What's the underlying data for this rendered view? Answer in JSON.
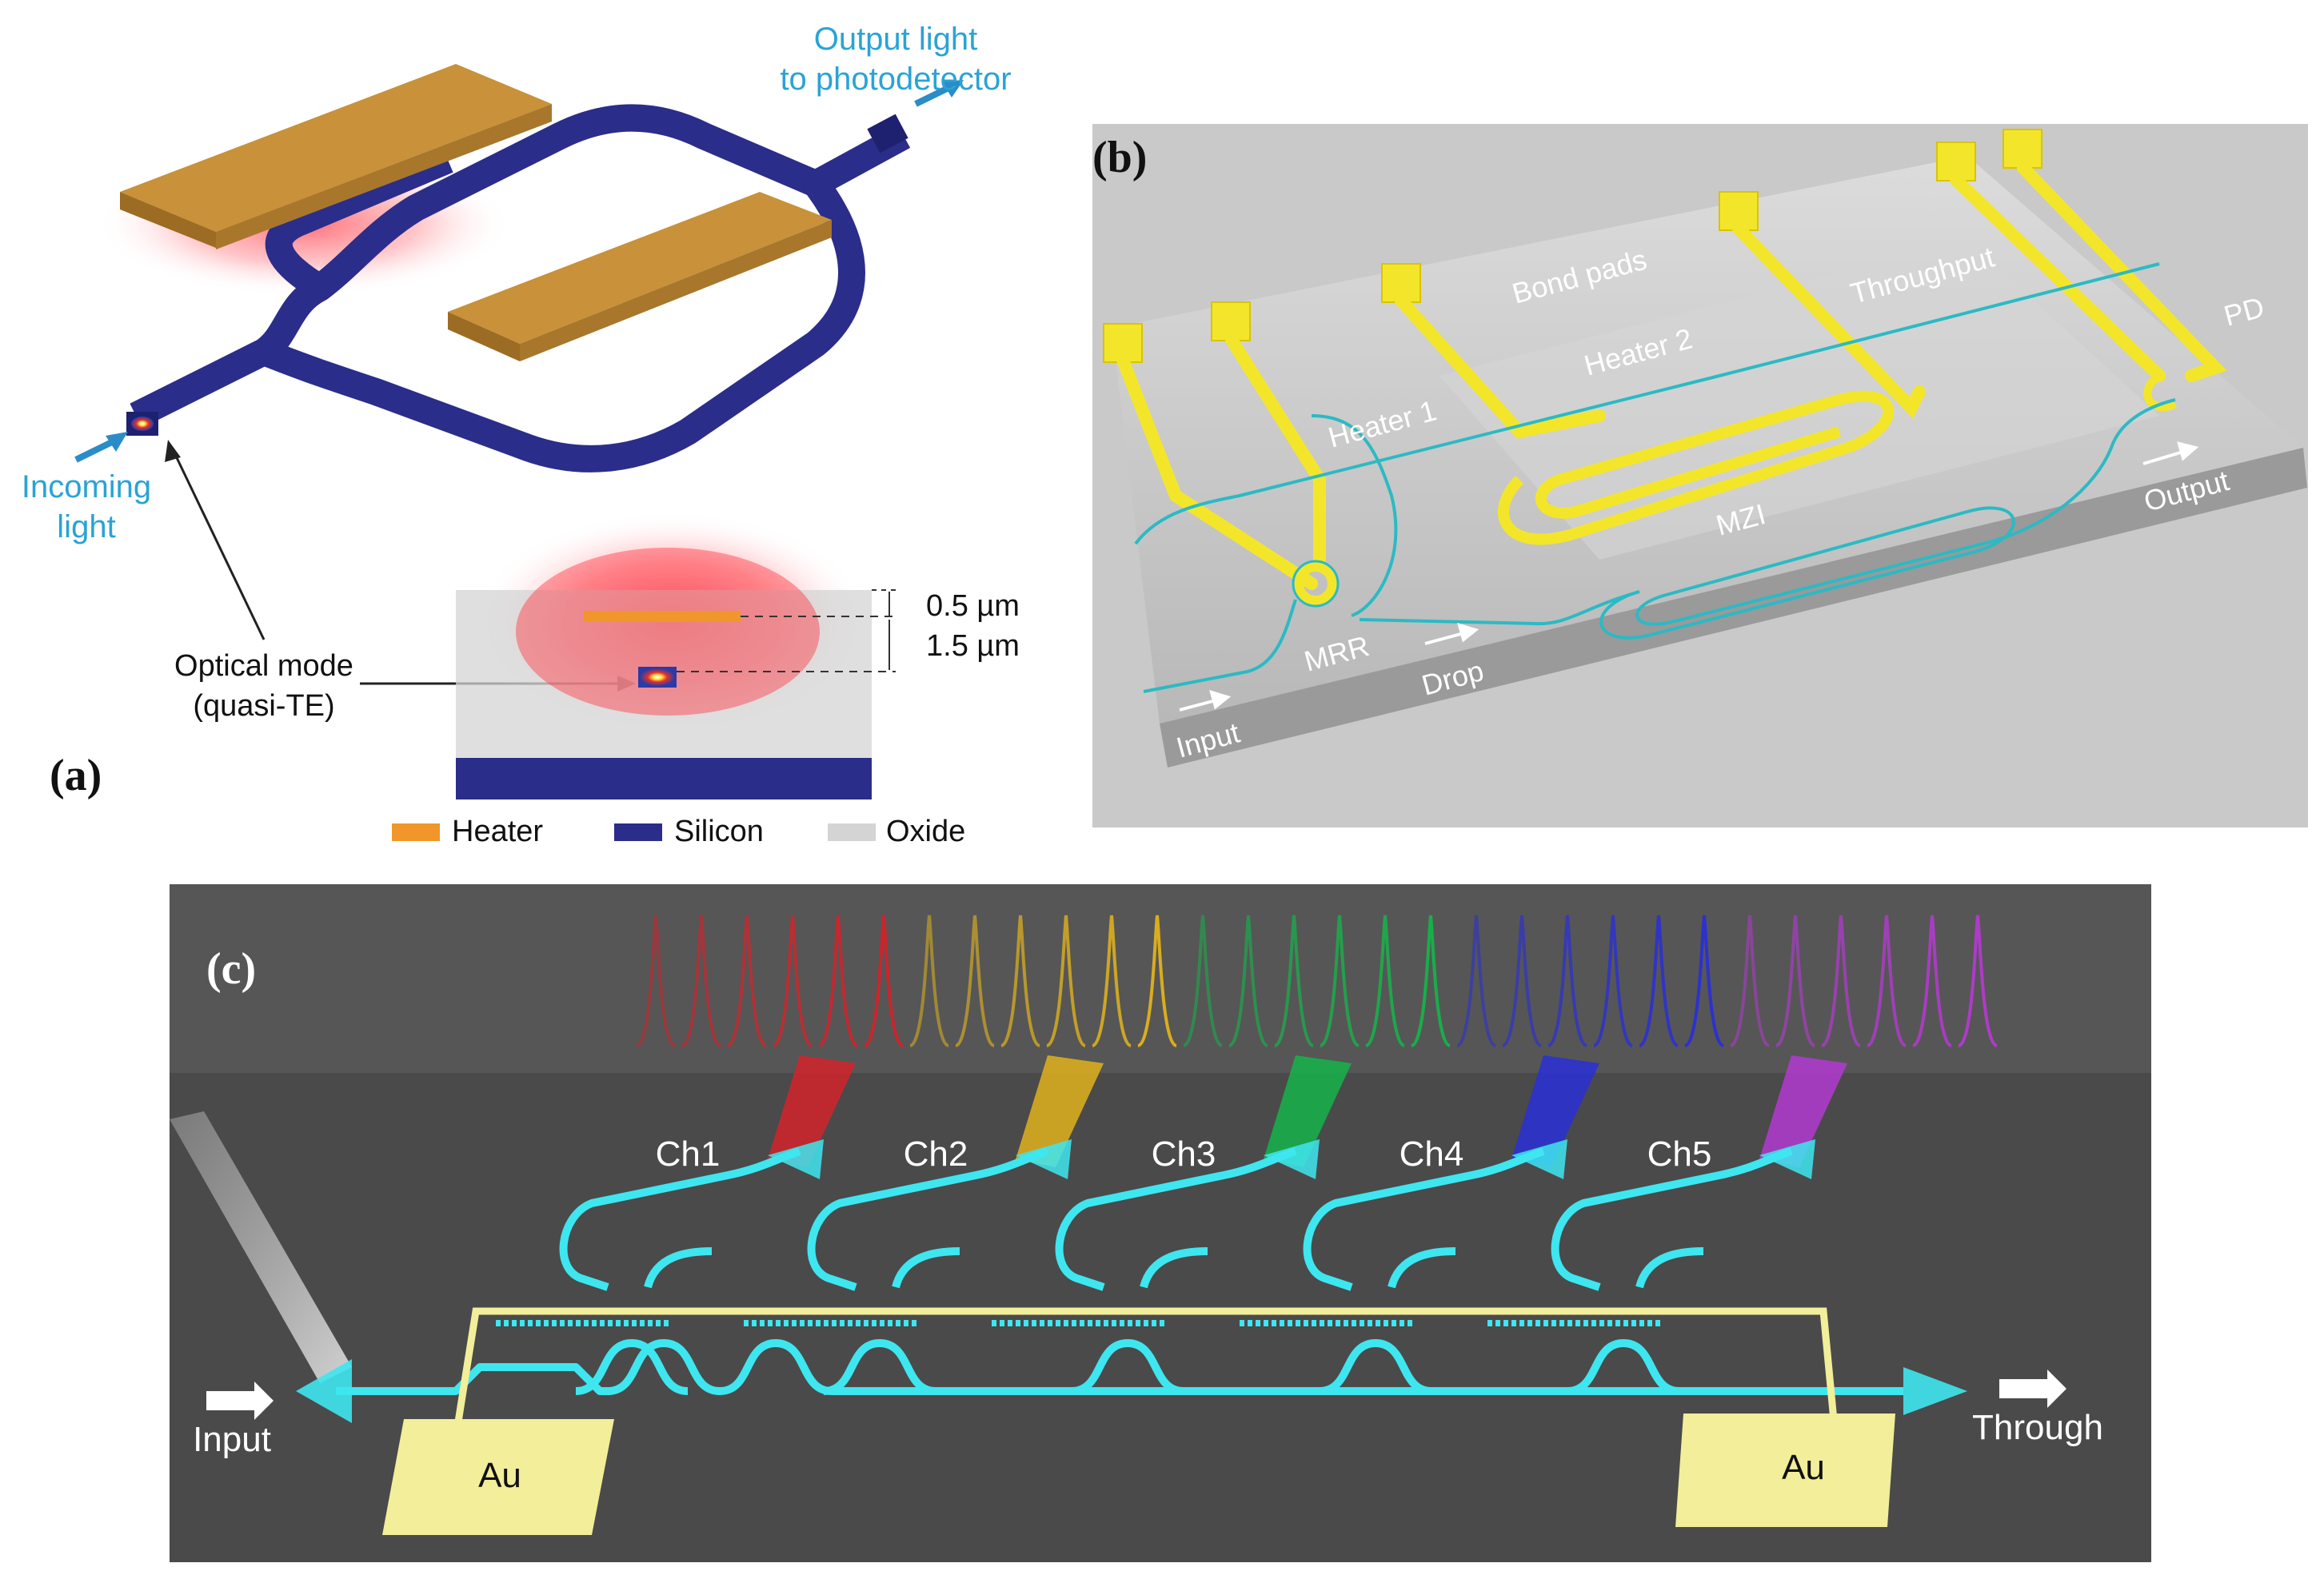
{
  "panel_a": {
    "label": "(a)",
    "output_light_line1": "Output light",
    "output_light_line2": "to photodetector",
    "incoming_line1": "Incoming",
    "incoming_line2": "light",
    "mode_line1": "Optical mode",
    "mode_line2": "(quasi-TE)",
    "dim_top": "0.5 µm",
    "dim_bottom": "1.5 µm",
    "legend": [
      {
        "label": "Heater",
        "color": "#f0962a"
      },
      {
        "label": "Silicon",
        "color": "#2b2d8a"
      },
      {
        "label": "Oxide",
        "color": "#d4d4d4"
      }
    ]
  },
  "panel_b": {
    "label": "(b)",
    "bond_pads": "Bond pads",
    "throughput": "Throughput",
    "pd": "PD",
    "heater1": "Heater 1",
    "heater2": "Heater 2",
    "mzi": "MZI",
    "output": "Output",
    "mrr": "MRR",
    "drop": "Drop",
    "input": "Input"
  },
  "panel_c": {
    "label": "(c)",
    "channels": [
      {
        "label": "Ch1",
        "color": "#d2232a"
      },
      {
        "label": "Ch2",
        "color": "#e0b21c"
      },
      {
        "label": "Ch3",
        "color": "#15b34a"
      },
      {
        "label": "Ch4",
        "color": "#2a2fd6"
      },
      {
        "label": "Ch5",
        "color": "#b33ad0"
      }
    ],
    "input": "Input",
    "through": "Through",
    "au_left": "Au",
    "au_right": "Au",
    "waveguide_color": "#3ee6f0",
    "pad_color": "#f2ee9a"
  }
}
